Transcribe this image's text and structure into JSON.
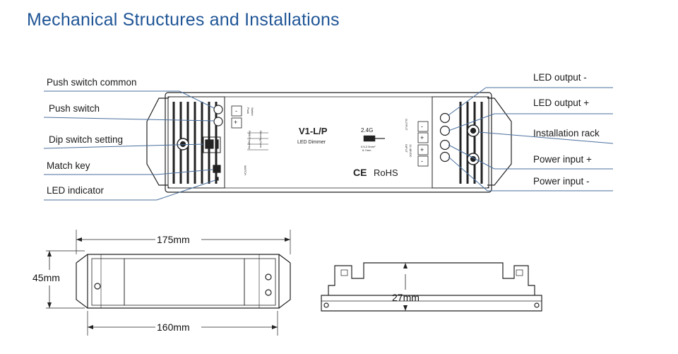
{
  "title": "Mechanical Structures and Installations",
  "callouts_left": [
    "Push switch common",
    "Push switch",
    "Dip switch setting",
    "Match key",
    "LED indicator"
  ],
  "callouts_right": [
    "LED output -",
    "LED output +",
    "Installation rack",
    "Power input +",
    "Power input -"
  ],
  "device": {
    "model": "V1-L/P",
    "subtitle": "LED Dimmer",
    "wireless": "2.4G",
    "certification": "CE RoHS",
    "ce_mark": "CE",
    "rohs_mark": "RoHS",
    "switch_text": "Switch",
    "push_text": "Push",
    "output_text": "OUTPUT",
    "input_text": "INPUT",
    "input_voltage": "12-48VDC",
    "match_text": "MATCH",
    "wire_text_1": "0.5-2.5mm²",
    "wire_text_2": "6-7mm",
    "dip_title": "Dimming Curve",
    "dip_title_2": "PWM Frequency",
    "minus_sign": "-",
    "plus_sign": "+"
  },
  "dimensions": {
    "length_total": "175mm",
    "length_inner": "160mm",
    "width": "45mm",
    "height": "27mm"
  },
  "colors": {
    "title": "#1f5596",
    "callout_line": "#4a6f9e",
    "drawing": "#222222"
  }
}
